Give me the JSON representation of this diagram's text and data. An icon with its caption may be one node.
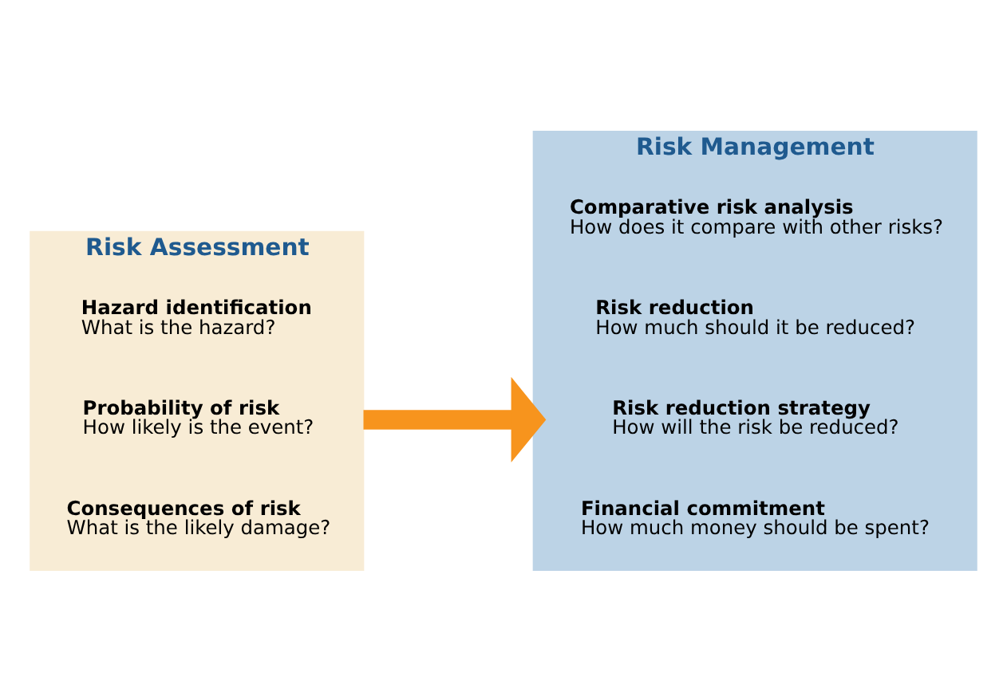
{
  "diagram": {
    "nodes": [
      {
        "text": [
          "Risk Assessment"
        ]
      },
      {
        "text": [
          "Hazard identification",
          "What is the hazard?"
        ],
        "in": 0
      },
      {
        "text": [
          "Probability of risk",
          "How likely is the event?"
        ],
        "in": 0
      },
      {
        "text": [
          "Consequences of risk",
          "What is the likely damage?"
        ],
        "in": 0
      },
      {
        "text": [
          "Risk Management"
        ]
      },
      {
        "text": [
          "Comparative risk analysis",
          "How does it compare with other risks?"
        ],
        "in": 4
      },
      {
        "text": [
          "Risk reduction",
          "How much should it be reduced?"
        ],
        "in": 4
      },
      {
        "text": [
          "Risk reduction strategy",
          "How will the risk be reduced?"
        ],
        "in": 4
      },
      {
        "text": [
          "Financial commitment",
          "How much money should be spent?"
        ],
        "in": 4
      }
    ],
    "edges": [
      {
        "from": 0,
        "to": 4,
        "arrow": "to"
      }
    ]
  }
}
